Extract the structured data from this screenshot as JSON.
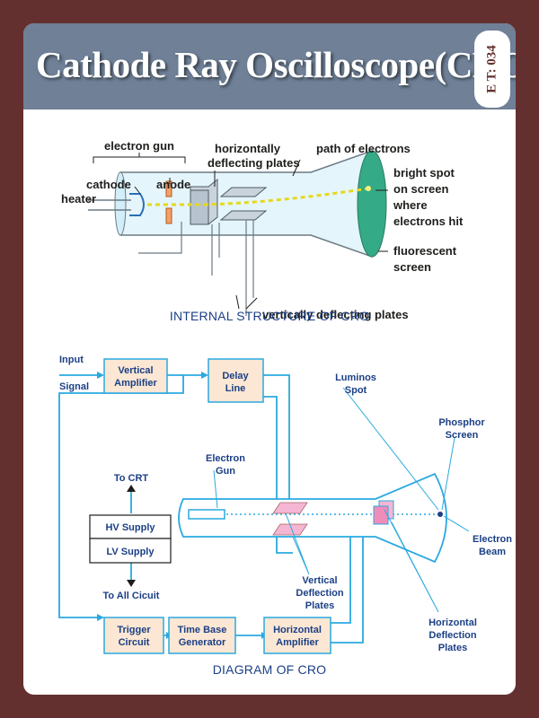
{
  "title": "Cathode Ray Oscilloscope(CRO)",
  "badge": "E T: 034",
  "diagram1": {
    "labels": {
      "electron_gun": "electron gun",
      "cathode": "cathode",
      "anode": "anode",
      "horizontally_deflecting_line1": "horizontally",
      "horizontally_deflecting_line2": "deflecting plates",
      "path_of_electrons": "path of electrons",
      "bright_spot_line1": "bright spot",
      "bright_spot_line2": "on screen",
      "bright_spot_line3": "where",
      "bright_spot_line4": "electrons hit",
      "heater": "heater",
      "fluorescent_line1": "fluorescent",
      "fluorescent_line2": "screen",
      "vertically_deflecting": "vertically deflecting plates"
    },
    "caption": "INTERNAL STRUCTURE OF CRO"
  },
  "diagram2": {
    "labels": {
      "input": "Input",
      "signal": "Signal",
      "vertical_amp_line1": "Vertical",
      "vertical_amp_line2": "Amplifier",
      "delay_line1": "Delay",
      "delay_line2": "Line",
      "luminos_line1": "Luminos",
      "luminos_line2": "Spot",
      "phosphor_line1": "Phosphor",
      "phosphor_line2": "Screen",
      "electron_gun_line1": "Electron",
      "electron_gun_line2": "Gun",
      "to_crt": "To CRT",
      "hv_supply": "HV Supply",
      "lv_supply": "LV Supply",
      "to_all_circuit": "To All Cicuit",
      "electron_beam_line1": "Electron",
      "electron_beam_line2": "Beam",
      "vdp_line1": "Vertical",
      "vdp_line2": "Deflection",
      "vdp_line3": "Plates",
      "hdp_line1": "Horizontal",
      "hdp_line2": "Deflection",
      "hdp_line3": "Plates",
      "trigger_line1": "Trigger",
      "trigger_line2": "Circuit",
      "timebase_line1": "Time Base",
      "timebase_line2": "Generator",
      "horiz_amp_line1": "Horizontal",
      "horiz_amp_line2": "Amplifier"
    },
    "caption": "DIAGRAM OF CRO"
  },
  "colors": {
    "background": "#64302f",
    "header": "#6f8097",
    "box_fill": "#fbe7d3",
    "wire": "#2aa9e0",
    "label_blue": "#1b3f86",
    "tube_fill": "#dff3fb",
    "screen": "#36a987",
    "beam": "#e6d81c"
  }
}
